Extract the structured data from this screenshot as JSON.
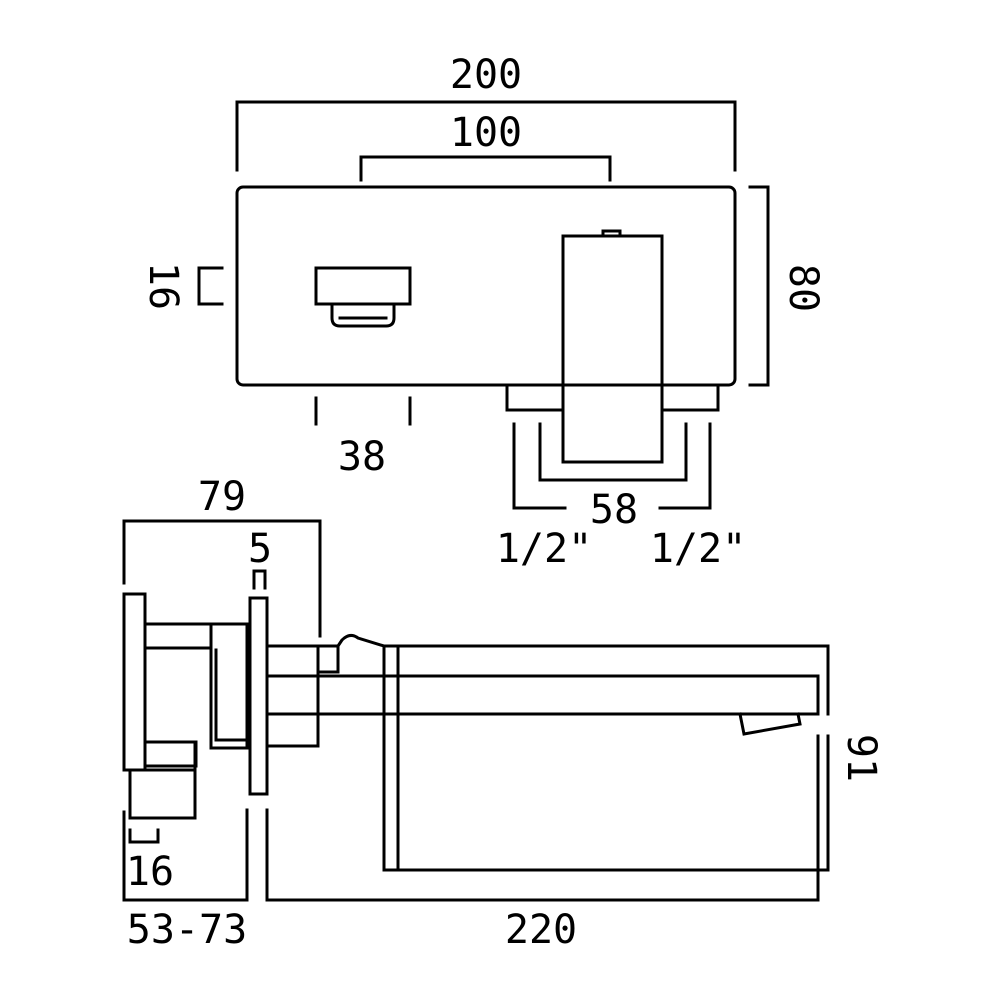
{
  "drawing": {
    "colors": {
      "line": "#000000",
      "background": "#ffffff"
    },
    "top_view": {
      "overall_width": "200",
      "spout_centres": "100",
      "plate_height": "80",
      "handle_offset": "16",
      "spout_width": "38",
      "body_centres": "58",
      "connection_left": "1/2\"",
      "connection_right": "1/2\""
    },
    "side_view": {
      "body_depth": "79",
      "plate_thickness": "5",
      "handle_offset": "16",
      "wall_depth_range": "53-73",
      "spout_projection": "220",
      "spout_height": "91"
    }
  }
}
